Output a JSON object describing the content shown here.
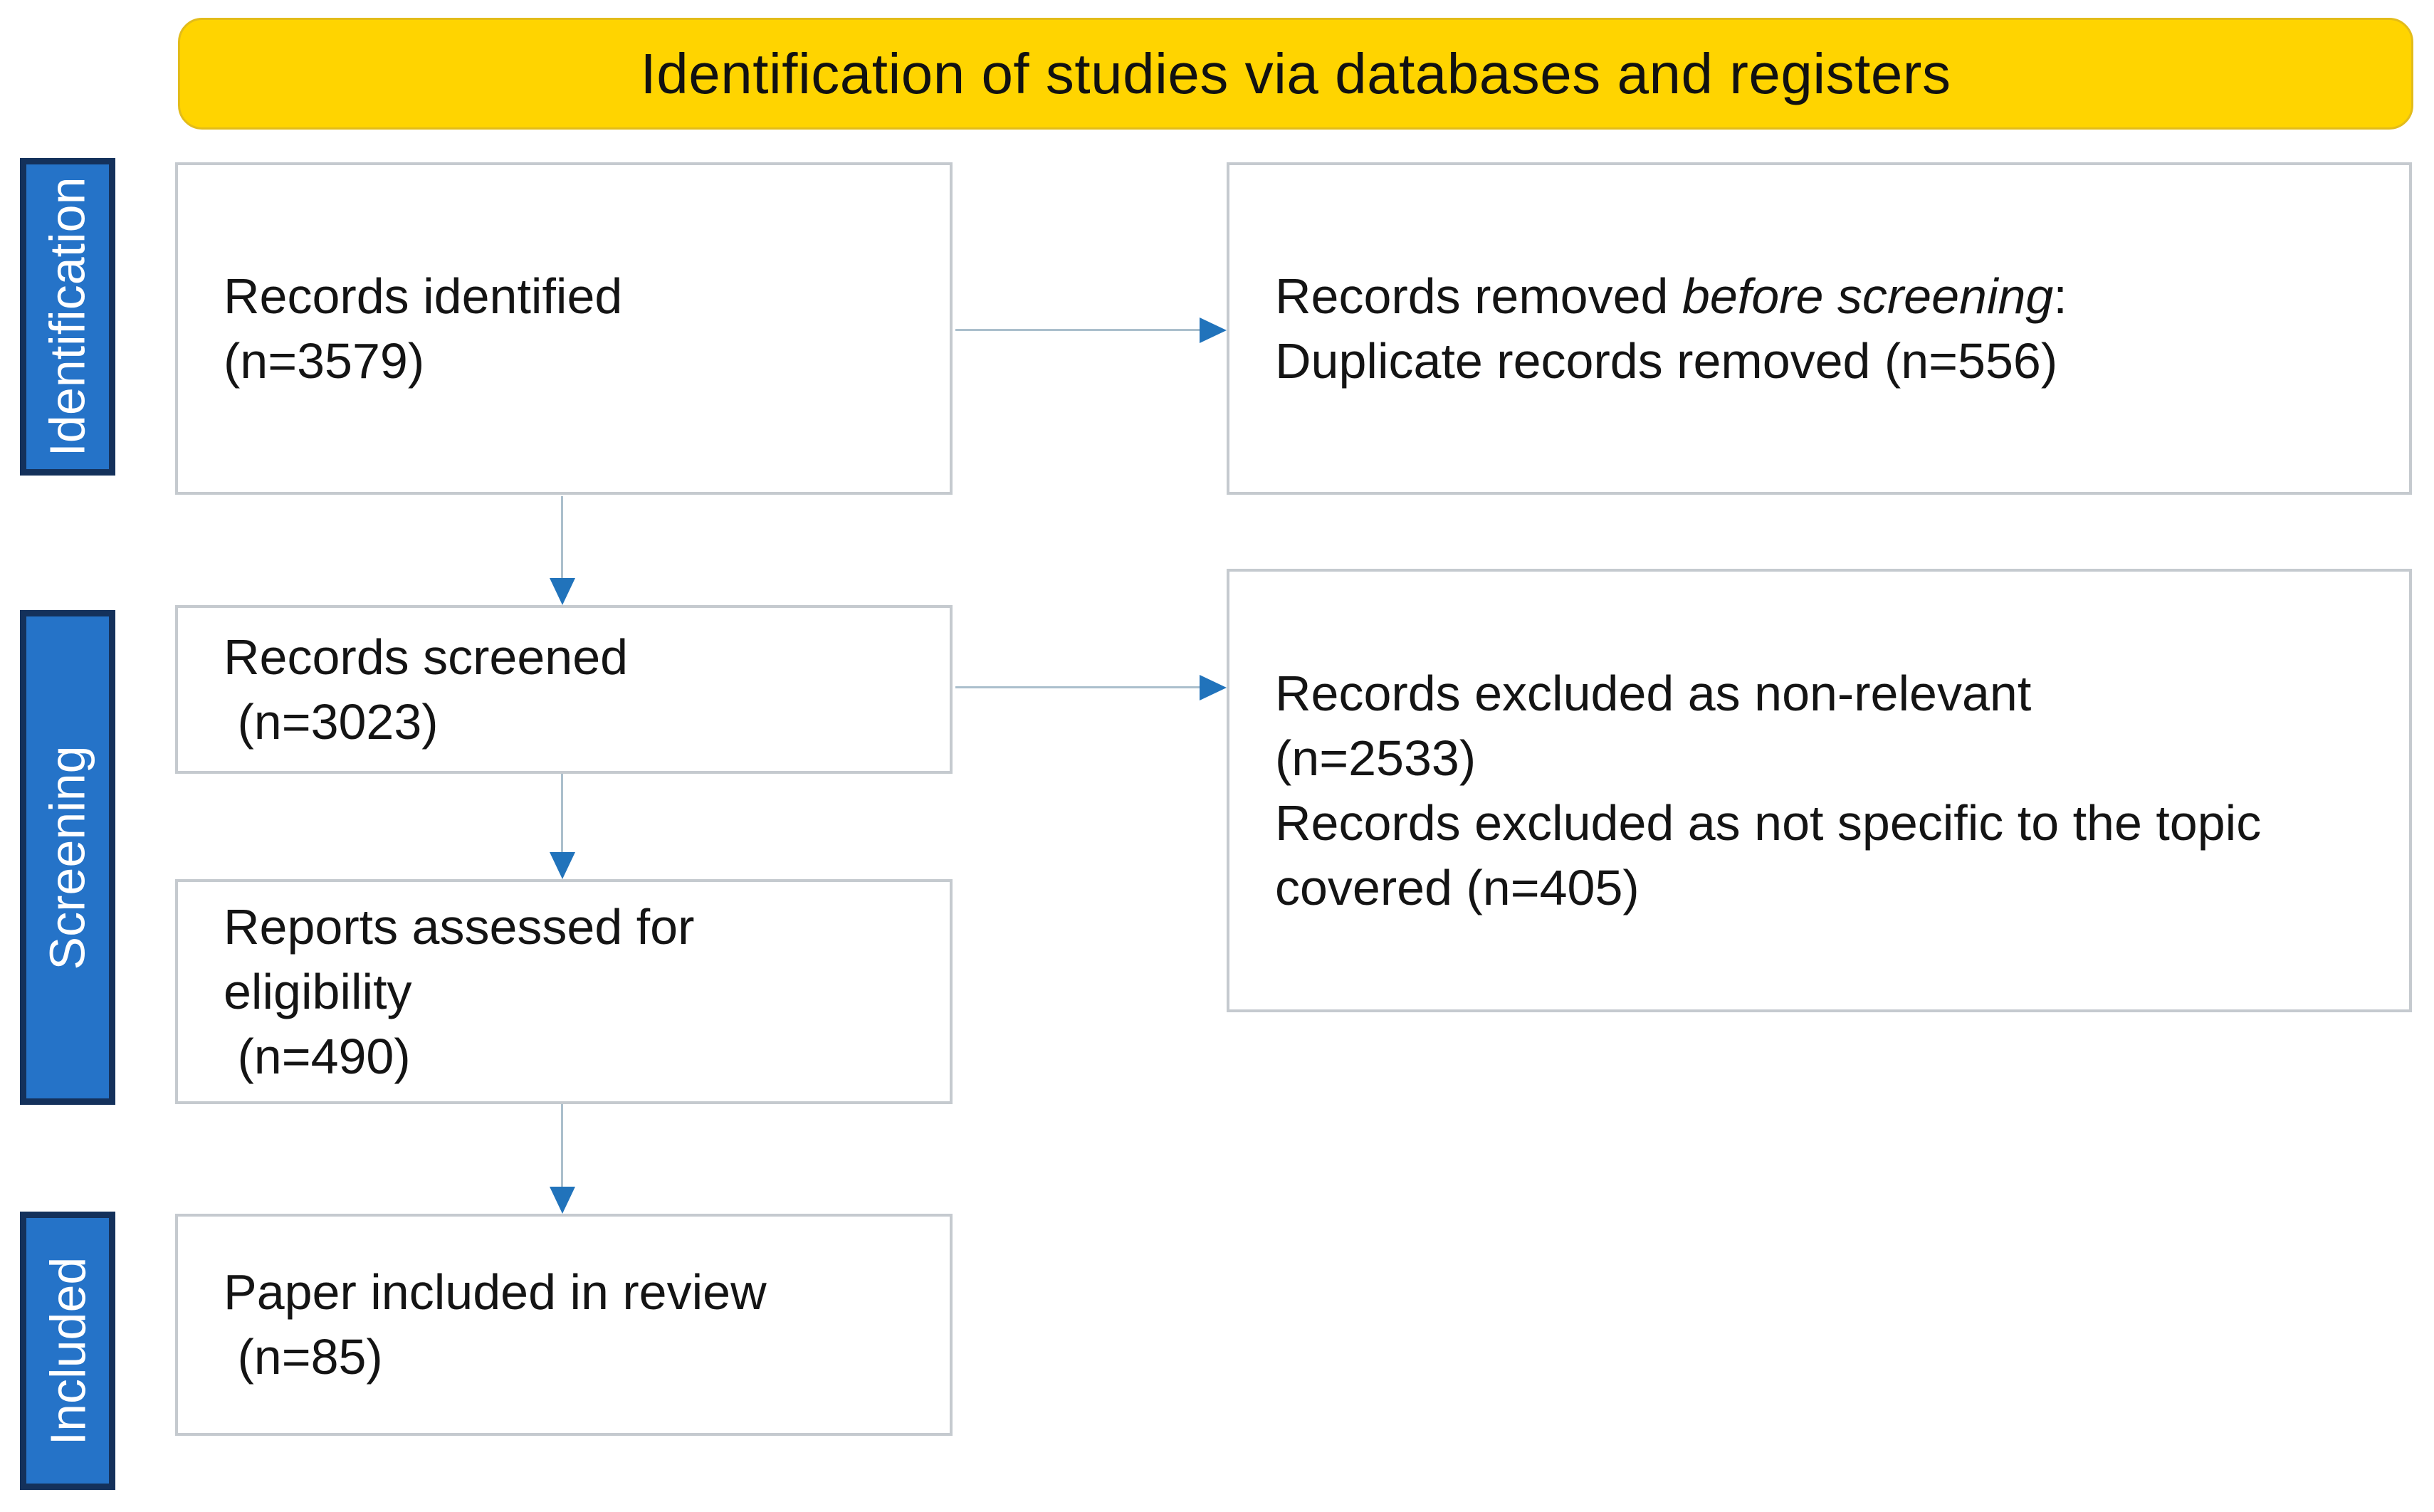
{
  "colors": {
    "page_bg": "#FFFFFF",
    "banner_fill": "#FFD400",
    "banner_border": "#E3BC19",
    "banner_text": "#111111",
    "bar_fill": "#2573C8",
    "bar_border": "#14315B",
    "bar_text": "#FFFFFF",
    "box_fill": "#FFFFFF",
    "box_border": "#C5CACF",
    "box_text": "#141414",
    "arrow_line": "#ABBFCC",
    "arrow_head": "#2173BB"
  },
  "banner": {
    "title": "Identification of studies via databases and registers"
  },
  "sidebar": {
    "items": [
      {
        "label": "Identification"
      },
      {
        "label": "Screening"
      },
      {
        "label": "Included"
      }
    ]
  },
  "boxes": {
    "records_identified": {
      "lines": [
        "Records identified",
        "(n=3579)"
      ]
    },
    "records_removed": {
      "prefix": "Records removed ",
      "italic": "before screening",
      "suffix": ":",
      "line2": "Duplicate records removed (n=556)"
    },
    "records_screened": {
      "lines": [
        "Records screened",
        " (n=3023)"
      ]
    },
    "records_excluded": {
      "lines": [
        "Records excluded as non-relevant",
        "(n=2533)",
        "Records excluded as not specific to the topic",
        "covered (n=405)"
      ]
    },
    "reports_assessed": {
      "lines": [
        "Reports assessed for",
        "eligibility",
        " (n=490)"
      ]
    },
    "paper_included": {
      "lines": [
        "Paper included in review",
        " (n=85)"
      ]
    }
  }
}
